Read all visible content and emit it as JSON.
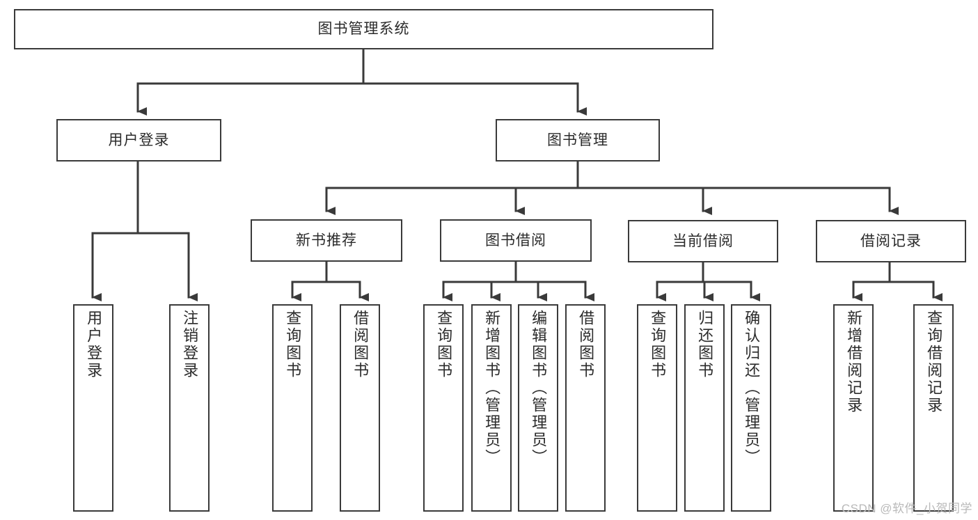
{
  "diagram": {
    "title": "图书管理系统",
    "type": "tree-hierarchy-chart",
    "root": {
      "id": "root",
      "label": "图书管理系统"
    },
    "level1": [
      {
        "id": "user-login",
        "label": "用户登录"
      },
      {
        "id": "book-manage",
        "label": "图书管理"
      }
    ],
    "level2": [
      {
        "id": "new-book-rec",
        "label": "新书推荐",
        "parent": "book-manage"
      },
      {
        "id": "book-borrow",
        "label": "图书借阅",
        "parent": "book-manage"
      },
      {
        "id": "current-borrow",
        "label": "当前借阅",
        "parent": "book-manage"
      },
      {
        "id": "borrow-record",
        "label": "借阅记录",
        "parent": "book-manage"
      }
    ],
    "leaves": [
      {
        "id": "leaf-user-login",
        "label": "用户登录",
        "parent": "user-login"
      },
      {
        "id": "leaf-logout-login",
        "label": "注销登录",
        "parent": "user-login"
      },
      {
        "id": "leaf-query-book-1",
        "label": "查询图书",
        "parent": "new-book-rec"
      },
      {
        "id": "leaf-borrow-book-1",
        "label": "借阅图书",
        "parent": "new-book-rec"
      },
      {
        "id": "leaf-query-book-2",
        "label": "查询图书",
        "parent": "book-borrow"
      },
      {
        "id": "leaf-add-book",
        "label": "新增图书（管理员）",
        "parent": "book-borrow"
      },
      {
        "id": "leaf-edit-book",
        "label": "编辑图书（管理员）",
        "parent": "book-borrow"
      },
      {
        "id": "leaf-borrow-book-2",
        "label": "借阅图书",
        "parent": "book-borrow"
      },
      {
        "id": "leaf-query-book-3",
        "label": "查询图书",
        "parent": "current-borrow"
      },
      {
        "id": "leaf-return-book",
        "label": "归还图书",
        "parent": "current-borrow"
      },
      {
        "id": "leaf-confirm-return",
        "label": "确认归还（管理员）",
        "parent": "current-borrow"
      },
      {
        "id": "leaf-add-record",
        "label": "新增借阅记录",
        "parent": "borrow-record"
      },
      {
        "id": "leaf-query-record",
        "label": "查询借阅记录",
        "parent": "borrow-record"
      }
    ]
  },
  "watermark": {
    "text": "CSDN @软件_小贺同学"
  },
  "colors": {
    "stroke": "#3a3a3a",
    "background": "#ffffff",
    "text": "#2b2b2b",
    "watermark": "#b9b9b9"
  }
}
